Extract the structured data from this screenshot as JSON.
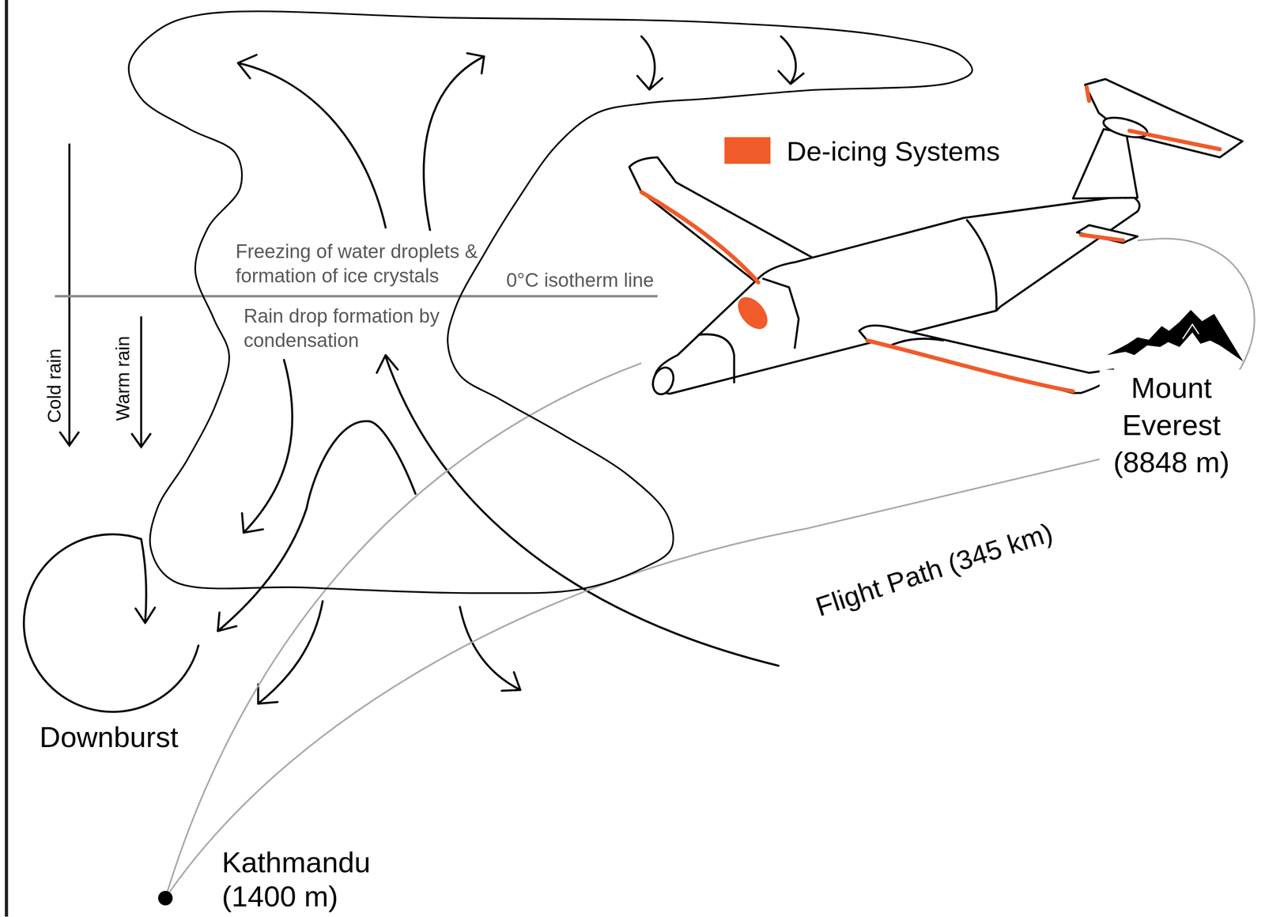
{
  "diagram": {
    "nodes": [
      {
        "text": [
          "Freezing of water droplets & formation of ice crystals",
          "Rain drop formation by condensation"
        ]
      }
    ],
    "labels": [
      "Cold rain",
      "Warm rain",
      "0°C isotherm line",
      "Mount Everest (8848 m)",
      "Flight Path (345 km)",
      "Downburst",
      "Kathmandu (1400 m)"
    ],
    "legend": [
      {
        "text": "De-icing Systems",
        "color": "#f15a29"
      }
    ]
  }
}
